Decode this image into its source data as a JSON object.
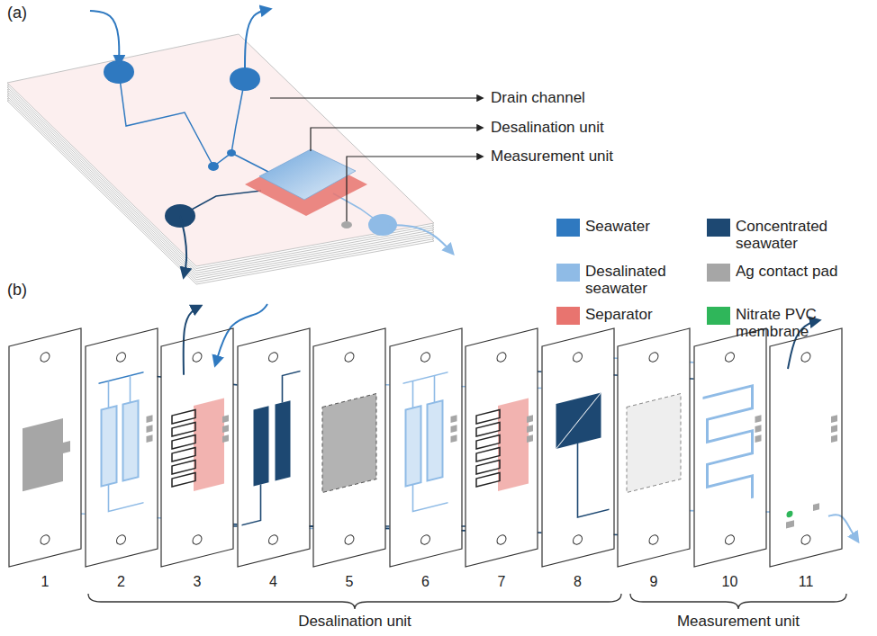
{
  "diagram": {
    "nodes": [
      {
        "text": [
          "1"
        ]
      },
      {
        "text": [
          "2"
        ]
      },
      {
        "text": [
          "3"
        ]
      },
      {
        "text": [
          "4"
        ]
      },
      {
        "text": [
          "5"
        ]
      },
      {
        "text": [
          "6"
        ]
      },
      {
        "text": [
          "7"
        ]
      },
      {
        "text": [
          "8"
        ]
      },
      {
        "text": [
          "9"
        ]
      },
      {
        "text": [
          "10"
        ]
      },
      {
        "text": [
          "11"
        ]
      }
    ],
    "labels": [
      "(a)",
      "Drain channel",
      "Desalination unit",
      "Measurement unit",
      "(b)",
      "Desalination unit",
      "Measurement unit"
    ],
    "legend": [
      {
        "text": "Seawater",
        "color": "#2f79c0"
      },
      {
        "text": "Concentrated seawater",
        "color": "#1d4872"
      },
      {
        "text": "Desalinated seawater",
        "color": "#8fbbe6"
      },
      {
        "text": "Ag contact pad",
        "color": "#a6a6a6"
      },
      {
        "text": "Separator",
        "color": "#e8746f"
      },
      {
        "text": "Nitrate PVC membrane",
        "color": "#2fb65a"
      }
    ]
  }
}
